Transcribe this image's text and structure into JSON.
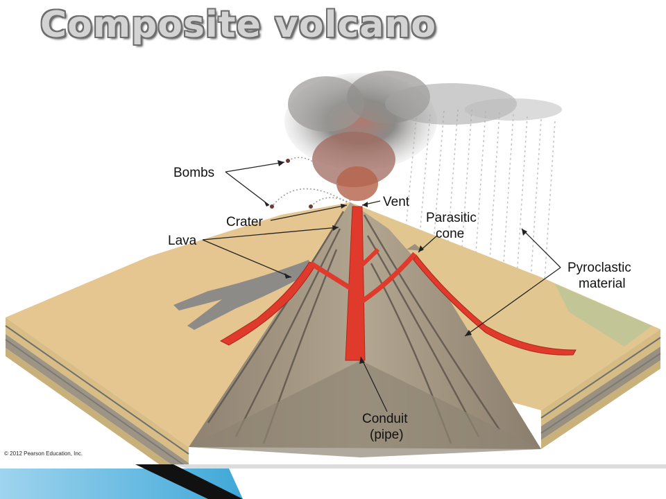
{
  "slide": {
    "title": "Composite volcano",
    "copyright": "© 2012 Pearson Education, Inc."
  },
  "labels": {
    "bombs": "Bombs",
    "crater": "Crater",
    "vent": "Vent",
    "lava": "Lava",
    "parasitic_1": "Parasitic",
    "parasitic_2": "cone",
    "pyro_1": "Pyroclastic",
    "pyro_2": "material",
    "conduit_1": "Conduit",
    "conduit_2": "(pipe)"
  },
  "colors": {
    "lava": "#e03a2c",
    "ground": "#e3c28c",
    "cone": "#a99a86",
    "ash": "#8a8a8a",
    "accent_blue": "#3fa8d8"
  }
}
